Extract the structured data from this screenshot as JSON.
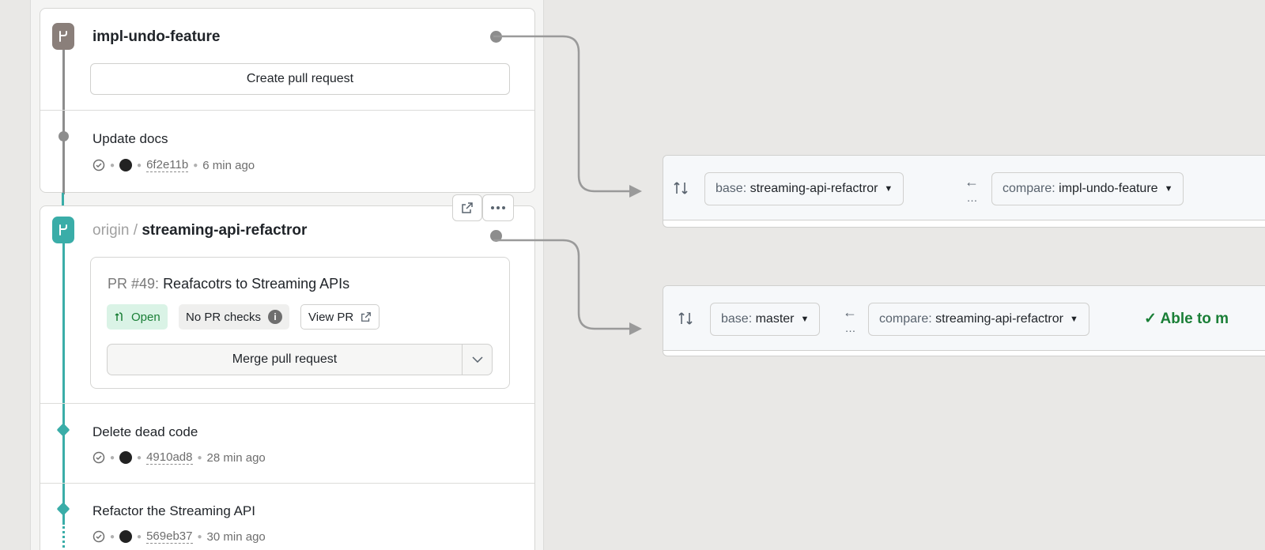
{
  "branch_card": {
    "branch_name": "impl-undo-feature",
    "create_pr_label": "Create pull request",
    "commit": {
      "title": "Update docs",
      "sha": "6f2e11b",
      "time": "6 min ago"
    }
  },
  "origin_card": {
    "remote": "origin",
    "separator": "/",
    "branch_name": "streaming-api-refactror",
    "pr": {
      "number": "PR #49:",
      "title": "Reafacotrs to Streaming APIs",
      "status": "Open",
      "checks": "No PR checks",
      "view": "View PR",
      "merge_label": "Merge pull request"
    },
    "commits": [
      {
        "title": "Delete dead code",
        "sha": "4910ad8",
        "time": "28 min ago"
      },
      {
        "title": "Refactor the Streaming API",
        "sha": "569eb37",
        "time": "30 min ago"
      }
    ]
  },
  "compare_bars": [
    {
      "base_key": "base:",
      "base_value": "streaming-api-refactror",
      "compare_key": "compare:",
      "compare_value": "impl-undo-feature",
      "status": ""
    },
    {
      "base_key": "base:",
      "base_value": "master",
      "compare_key": "compare:",
      "compare_value": "streaming-api-refactror",
      "status": "✓ Able to m"
    }
  ],
  "icons": {
    "branch": "branch-icon",
    "check": "check-circle-icon",
    "open_external": "external-link-icon",
    "more": "kebab-icon",
    "info": "info-icon",
    "pr_open": "pull-request-icon",
    "compare": "git-compare-icon"
  },
  "colors": {
    "teal": "#3aada8",
    "gray_branch": "#8a7f7a",
    "green": "#1a7f37"
  }
}
